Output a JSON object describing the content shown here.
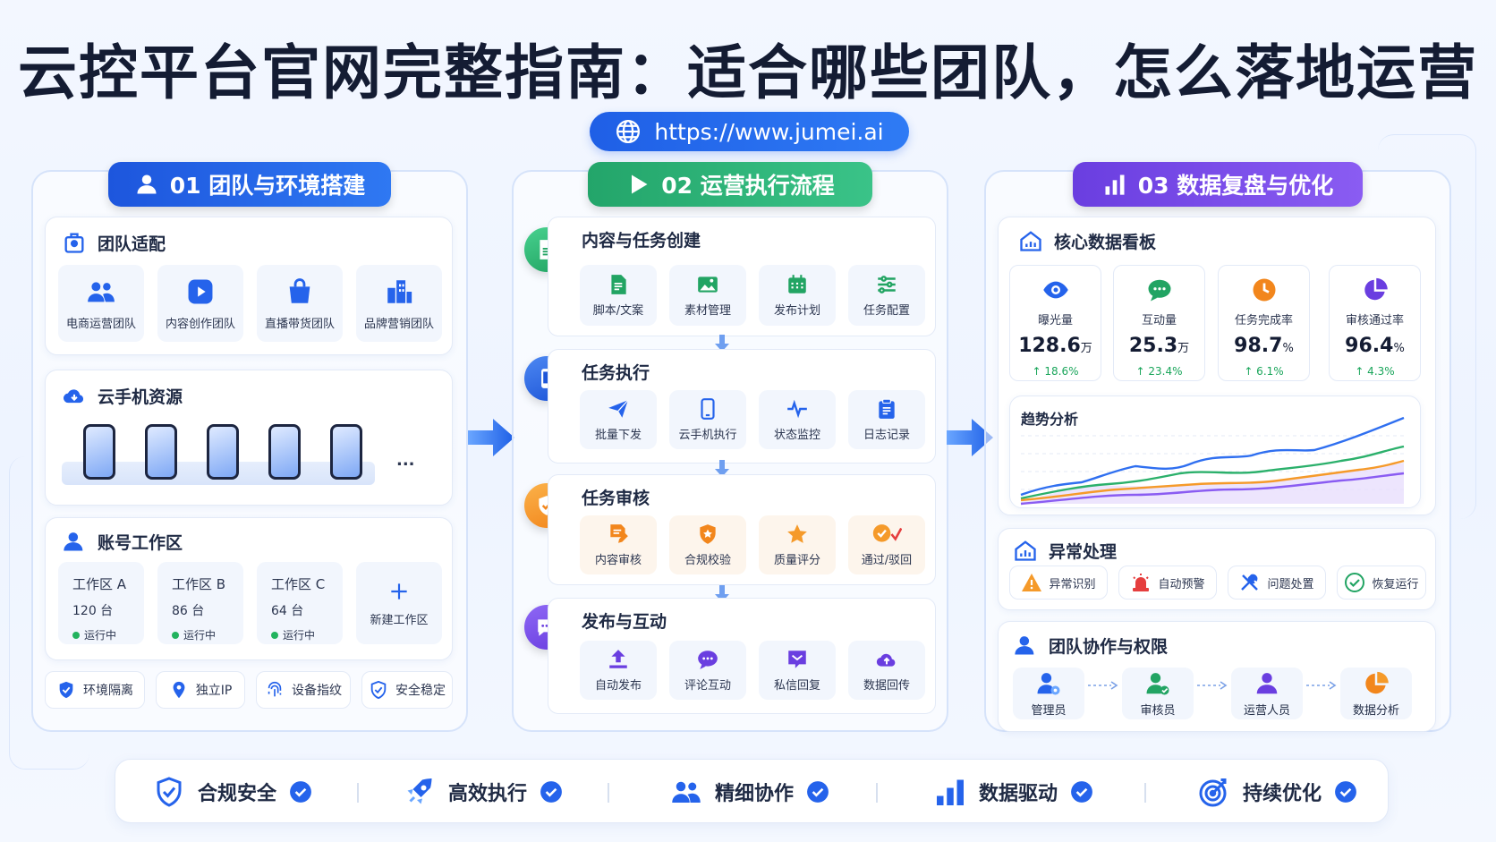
{
  "title": "云控平台官网完整指南：适合哪些团队，怎么落地运营",
  "url": "https://www.jumei.ai",
  "colors": {
    "blue": "#2563eb",
    "green": "#23a56a",
    "purple": "#7044e8",
    "orange": "#f59a2a"
  },
  "section1": {
    "header": "01 团队与环境搭建",
    "team_fit": {
      "title": "团队适配",
      "items": [
        {
          "label": "电商运营团队",
          "icon": "users-icon"
        },
        {
          "label": "内容创作团队",
          "icon": "play-icon"
        },
        {
          "label": "直播带货团队",
          "icon": "shopping-bag-icon"
        },
        {
          "label": "品牌营销团队",
          "icon": "building-icon"
        }
      ]
    },
    "cloud_phone": {
      "title": "云手机资源",
      "more": "..."
    },
    "workspace": {
      "title": "账号工作区",
      "items": [
        {
          "name": "工作区 A",
          "count": "120 台",
          "status": "运行中"
        },
        {
          "name": "工作区 B",
          "count": "86 台",
          "status": "运行中"
        },
        {
          "name": "工作区 C",
          "count": "64 台",
          "status": "运行中"
        }
      ],
      "new_label": "新建工作区"
    },
    "features": [
      "环境隔离",
      "独立IP",
      "设备指纹",
      "安全稳定"
    ]
  },
  "section2": {
    "header": "02 运营执行流程",
    "steps": [
      {
        "title": "内容与任务创建",
        "items": [
          "脚本/文案",
          "素材管理",
          "发布计划",
          "任务配置"
        ]
      },
      {
        "title": "任务执行",
        "items": [
          "批量下发",
          "云手机执行",
          "状态监控",
          "日志记录"
        ]
      },
      {
        "title": "任务审核",
        "items": [
          "内容审核",
          "合规校验",
          "质量评分",
          "通过/驳回"
        ]
      },
      {
        "title": "发布与互动",
        "items": [
          "自动发布",
          "评论互动",
          "私信回复",
          "数据回传"
        ]
      }
    ]
  },
  "section3": {
    "header": "03 数据复盘与优化",
    "dashboard": {
      "title": "核心数据看板",
      "metrics": [
        {
          "label": "曝光量",
          "value": "128.6",
          "unit": "万",
          "delta": "↑ 18.6%"
        },
        {
          "label": "互动量",
          "value": "25.3",
          "unit": "万",
          "delta": "↑ 23.4%"
        },
        {
          "label": "任务完成率",
          "value": "98.7",
          "unit": "%",
          "delta": "↑ 6.1%"
        },
        {
          "label": "审核通过率",
          "value": "96.4",
          "unit": "%",
          "delta": "↑ 4.3%"
        }
      ],
      "trend_title": "趋势分析"
    },
    "exception": {
      "title": "异常处理",
      "items": [
        "异常识别",
        "自动预警",
        "问题处置",
        "恢复运行"
      ]
    },
    "collab": {
      "title": "团队协作与权限",
      "roles": [
        "管理员",
        "审核员",
        "运营人员",
        "数据分析"
      ]
    }
  },
  "bottom": [
    "合规安全",
    "高效执行",
    "精细协作",
    "数据驱动",
    "持续优化"
  ]
}
